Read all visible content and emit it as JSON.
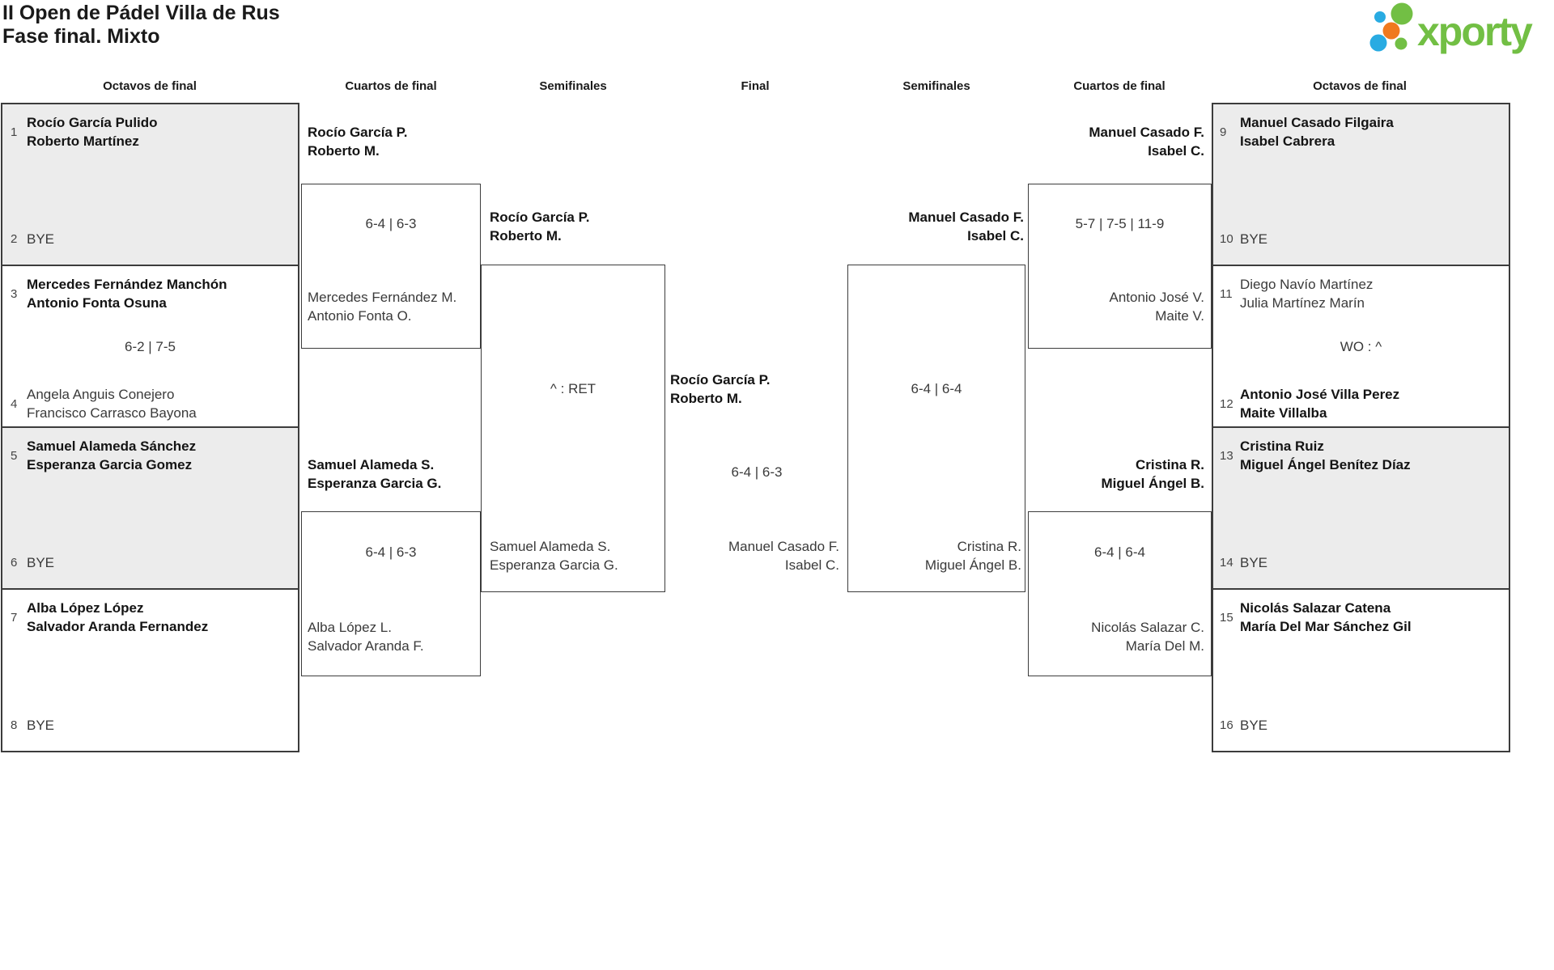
{
  "header": {
    "title_line1": "II Open de Pádel Villa de Rus",
    "title_line2": "Fase final. Mixto"
  },
  "logo": {
    "text": "xporty",
    "green": "#72bf44",
    "blue": "#29abe2",
    "orange": "#f0791e"
  },
  "round_headers": [
    "Octavos de final",
    "Cuartos de final",
    "Semifinales",
    "Final",
    "Semifinales",
    "Cuartos de final",
    "Octavos de final"
  ],
  "colors": {
    "box_fill_alt": "#ececec",
    "box_border": "#3c3c3c"
  },
  "matches": {
    "ol1": {
      "seed_top": "1",
      "top": [
        "Rocío García Pulido",
        "Roberto Martínez"
      ],
      "score": "",
      "seed_bottom": "2",
      "bottom": [
        "BYE"
      ]
    },
    "ol2": {
      "seed_top": "3",
      "top": [
        "Mercedes Fernández Manchón",
        "Antonio Fonta Osuna"
      ],
      "score": "6-2 | 7-5",
      "seed_bottom": "4",
      "bottom": [
        "Angela Anguis Conejero",
        "Francisco Carrasco Bayona"
      ]
    },
    "ol3": {
      "seed_top": "5",
      "top": [
        "Samuel Alameda Sánchez",
        "Esperanza Garcia Gomez"
      ],
      "score": "",
      "seed_bottom": "6",
      "bottom": [
        "BYE"
      ]
    },
    "ol4": {
      "seed_top": "7",
      "top": [
        "Alba López López",
        "Salvador Aranda Fernandez"
      ],
      "score": "",
      "seed_bottom": "8",
      "bottom": [
        "BYE"
      ]
    },
    "or1": {
      "seed_top": "9",
      "top": [
        "Manuel Casado Filgaira",
        "Isabel Cabrera"
      ],
      "score": "",
      "seed_bottom": "10",
      "bottom": [
        "BYE"
      ]
    },
    "or2": {
      "seed_top": "11",
      "top": [
        "Diego Navío Martínez",
        "Julia Martínez Marín"
      ],
      "score": "WO : ^",
      "seed_bottom": "12",
      "bottom": [
        "Antonio José Villa Perez",
        "Maite Villalba"
      ]
    },
    "or3": {
      "seed_top": "13",
      "top": [
        "Cristina Ruiz",
        "Miguel Ángel Benítez Díaz"
      ],
      "score": "",
      "seed_bottom": "14",
      "bottom": [
        "BYE"
      ]
    },
    "or4": {
      "seed_top": "15",
      "top": [
        "Nicolás Salazar Catena",
        "María Del Mar Sánchez Gil"
      ],
      "score": "",
      "seed_bottom": "16",
      "bottom": [
        "BYE"
      ]
    },
    "ql1": {
      "winner": [
        "Rocío García P.",
        "Roberto M."
      ],
      "score": "6-4 | 6-3",
      "loser": [
        "Mercedes Fernández M.",
        "Antonio Fonta O."
      ]
    },
    "ql2": {
      "winner": [
        "Samuel Alameda S.",
        "Esperanza Garcia G."
      ],
      "score": "6-4 | 6-3",
      "loser": [
        "Alba López L.",
        "Salvador Aranda F."
      ]
    },
    "sl": {
      "winner": [
        "Rocío García P.",
        "Roberto M."
      ],
      "score": "^ : RET",
      "loser": [
        "Samuel Alameda S.",
        "Esperanza Garcia G."
      ]
    },
    "final": {
      "winner": [
        "Rocío García P.",
        "Roberto M."
      ],
      "score": "6-4 | 6-3",
      "loser": [
        "Manuel Casado F.",
        "Isabel C."
      ]
    },
    "sr": {
      "winner": [
        "Manuel Casado F.",
        "Isabel C."
      ],
      "score": "6-4 | 6-4",
      "loser": [
        "Cristina R.",
        "Miguel Ángel B."
      ]
    },
    "qr1": {
      "winner": [
        "Manuel Casado F.",
        "Isabel C."
      ],
      "score": "5-7 | 7-5 | 11-9",
      "loser": [
        "Antonio José V.",
        "Maite V."
      ]
    },
    "qr2": {
      "winner": [
        "Cristina R.",
        "Miguel Ángel B."
      ],
      "score": "6-4 | 6-4",
      "loser": [
        "Nicolás Salazar C.",
        "María Del M."
      ]
    }
  }
}
